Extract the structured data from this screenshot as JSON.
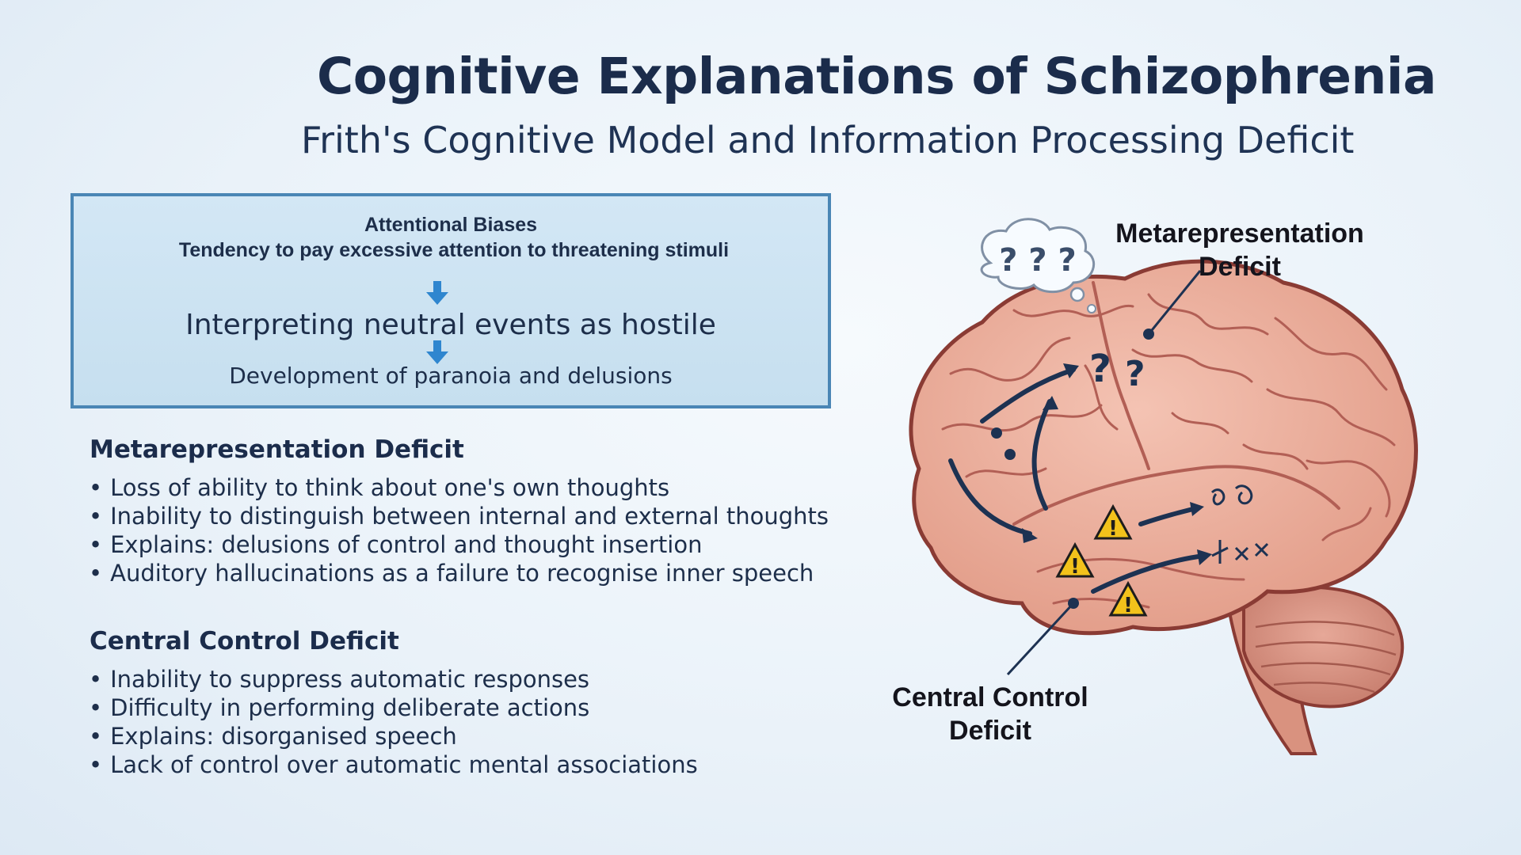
{
  "header": {
    "title": "Cognitive Explanations of Schizophrenia",
    "subtitle": "Frith's Cognitive Model and Information Processing Deficit"
  },
  "flow": {
    "heading_line1": "Attentional Biases",
    "heading_line2": "Tendency to pay excessive attention to threatening stimuli",
    "step2": "Interpreting neutral events as hostile",
    "step3": "Development of paranoia and delusions"
  },
  "metarepresentation": {
    "title": "Metarepresentation  Deficit",
    "bullets": [
      "Loss of ability to think about one's own thoughts",
      "Inability to distinguish between internal and external thoughts",
      "Explains: delusions of control and thought insertion",
      "Auditory hallucinations as a failure to recognise inner speech"
    ]
  },
  "central_control": {
    "title": "Central Control Deficit",
    "bullets": [
      "Inability to suppress automatic responses",
      "Difficulty in performing deliberate actions",
      "Explains: disorganised speech",
      "Lack of control over automatic mental associations"
    ]
  },
  "brain_diagram": {
    "label_meta_line1": "Metarepresentation",
    "label_meta_line2": "Deficit",
    "label_central_line1": "Central Control",
    "label_central_line2": "Deficit",
    "thought_bubble_text": "?",
    "question_marks": "?",
    "warning_symbol": "!",
    "colors": {
      "brain_fill": "#e9a896",
      "brain_outline": "#8a3b34",
      "sulci": "#b25f55",
      "cerebellum": "#d48f7f",
      "arrow": "#1d3252",
      "warning": "#f2c21b"
    }
  },
  "colors": {
    "title": "#1b2c4b",
    "flow_box_fill": "#cfe4f3",
    "flow_box_border": "#4a86b5",
    "flow_arrow": "#2f86cf"
  }
}
